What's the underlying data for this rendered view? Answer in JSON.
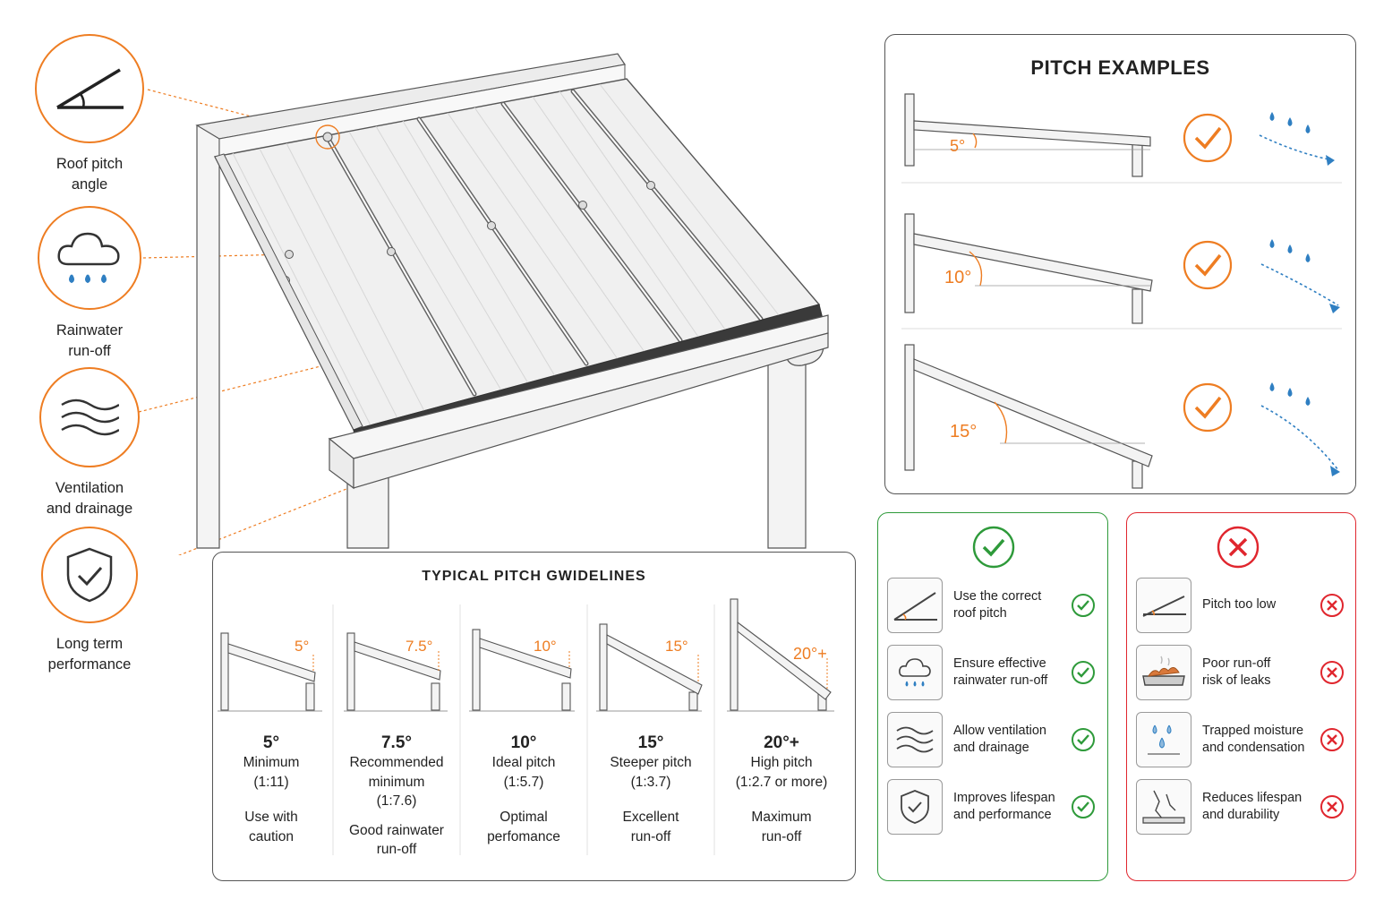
{
  "features": [
    {
      "icon": "angle-icon",
      "line1": "Roof pitch",
      "line2": "angle"
    },
    {
      "icon": "rain-cloud-icon",
      "line1": "Rainwater",
      "line2": "run-off"
    },
    {
      "icon": "airflow-icon",
      "line1": "Ventilation",
      "line2": "and drainage"
    },
    {
      "icon": "shield-check-icon",
      "line1": "Long term",
      "line2": "performance"
    }
  ],
  "pitch_examples": {
    "title": "PITCH EXAMPLES",
    "items": [
      {
        "angle": "5°",
        "status": "check-icon"
      },
      {
        "angle": "10°",
        "status": "check-icon"
      },
      {
        "angle": "15°",
        "status": "check-icon"
      }
    ]
  },
  "guidelines": {
    "title": "TYPICAL PITCH GWIDELINES",
    "items": [
      {
        "tag": "5°",
        "deg": "5°",
        "l1": "Minimum",
        "l2": "(1:11)",
        "l3": "",
        "s1": "Use with",
        "s2": "caution"
      },
      {
        "tag": "7.5°",
        "deg": "7.5°",
        "l1": "Recommended",
        "l2": "minimum",
        "l3": "(1:7.6)",
        "s1": "Good rainwater",
        "s2": "run-off"
      },
      {
        "tag": "10°",
        "deg": "10°",
        "l1": "Ideal pitch",
        "l2": "(1:5.7)",
        "l3": "",
        "s1": "Optimal",
        "s2": "perfomance"
      },
      {
        "tag": "15°",
        "deg": "15°",
        "l1": "Steeper pitch",
        "l2": "(1:3.7)",
        "l3": "",
        "s1": "Excellent",
        "s2": "run-off"
      },
      {
        "tag": "20°+",
        "deg": "20°+",
        "l1": "High pitch",
        "l2": "(1:2.7 or more)",
        "l3": "",
        "s1": "Maximum",
        "s2": "run-off"
      }
    ]
  },
  "do_list": {
    "header_icon": "check-circle-icon",
    "items": [
      {
        "l1": "Use the correct",
        "l2": "roof pitch"
      },
      {
        "l1": "Ensure effective",
        "l2": "rainwater run-off"
      },
      {
        "l1": "Allow ventilation",
        "l2": "and drainage"
      },
      {
        "l1": "Improves lifespan",
        "l2": "and performance"
      }
    ]
  },
  "dont_list": {
    "header_icon": "cross-circle-icon",
    "items": [
      {
        "l1": "Pitch too low",
        "l2": ""
      },
      {
        "l1": "Poor run-off",
        "l2": "risk of leaks"
      },
      {
        "l1": "Trapped moisture",
        "l2": "and condensation"
      },
      {
        "l1": "Reduces lifespan",
        "l2": "and durability"
      }
    ]
  },
  "colors": {
    "accent": "#ee7d22",
    "good": "#2e9a3a",
    "bad": "#e0262e",
    "water": "#2f7fc2"
  }
}
